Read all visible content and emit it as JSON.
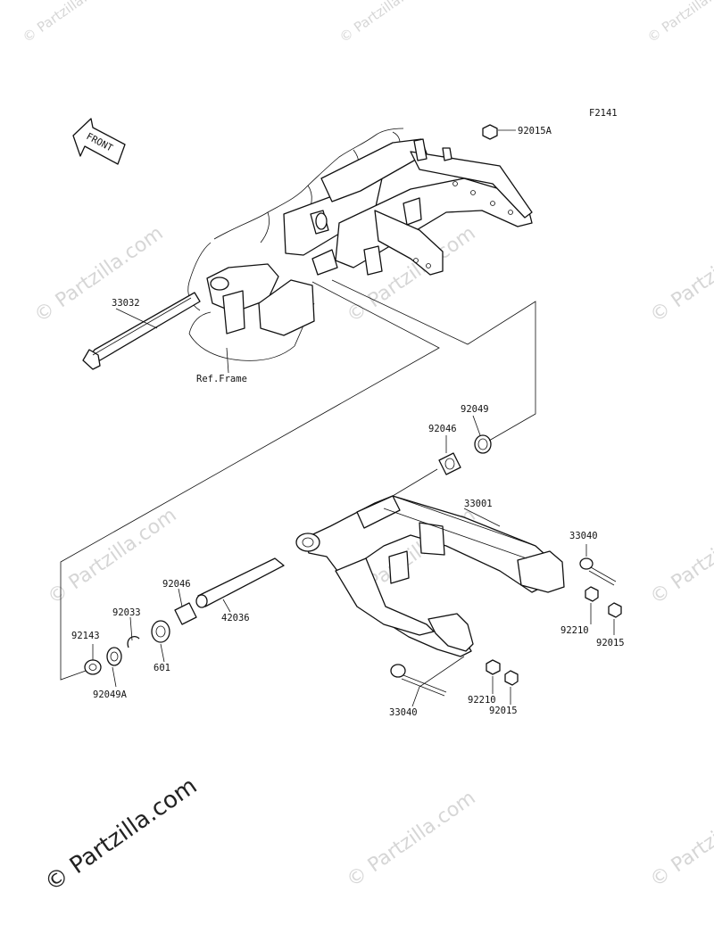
{
  "figure_code": "F2141",
  "front_arrow_text": "FRONT",
  "frame_label": "Ref.Frame",
  "watermark_text": "© Partzilla.com",
  "watermark_main": "© Partzilla.com",
  "parts": {
    "p92015A": "92015A",
    "p33032": "33032",
    "p92049": "92049",
    "p92046_top": "92046",
    "p33001": "33001",
    "p33040_right": "33040",
    "p92210_right": "92210",
    "p92015_right": "92015",
    "p92046_left": "92046",
    "p92033": "92033",
    "p92143": "92143",
    "p601": "601",
    "p42036": "42036",
    "p92049A": "92049A",
    "p33040_bottom": "33040",
    "p92210_bottom": "92210",
    "p92015_bottom": "92015"
  }
}
